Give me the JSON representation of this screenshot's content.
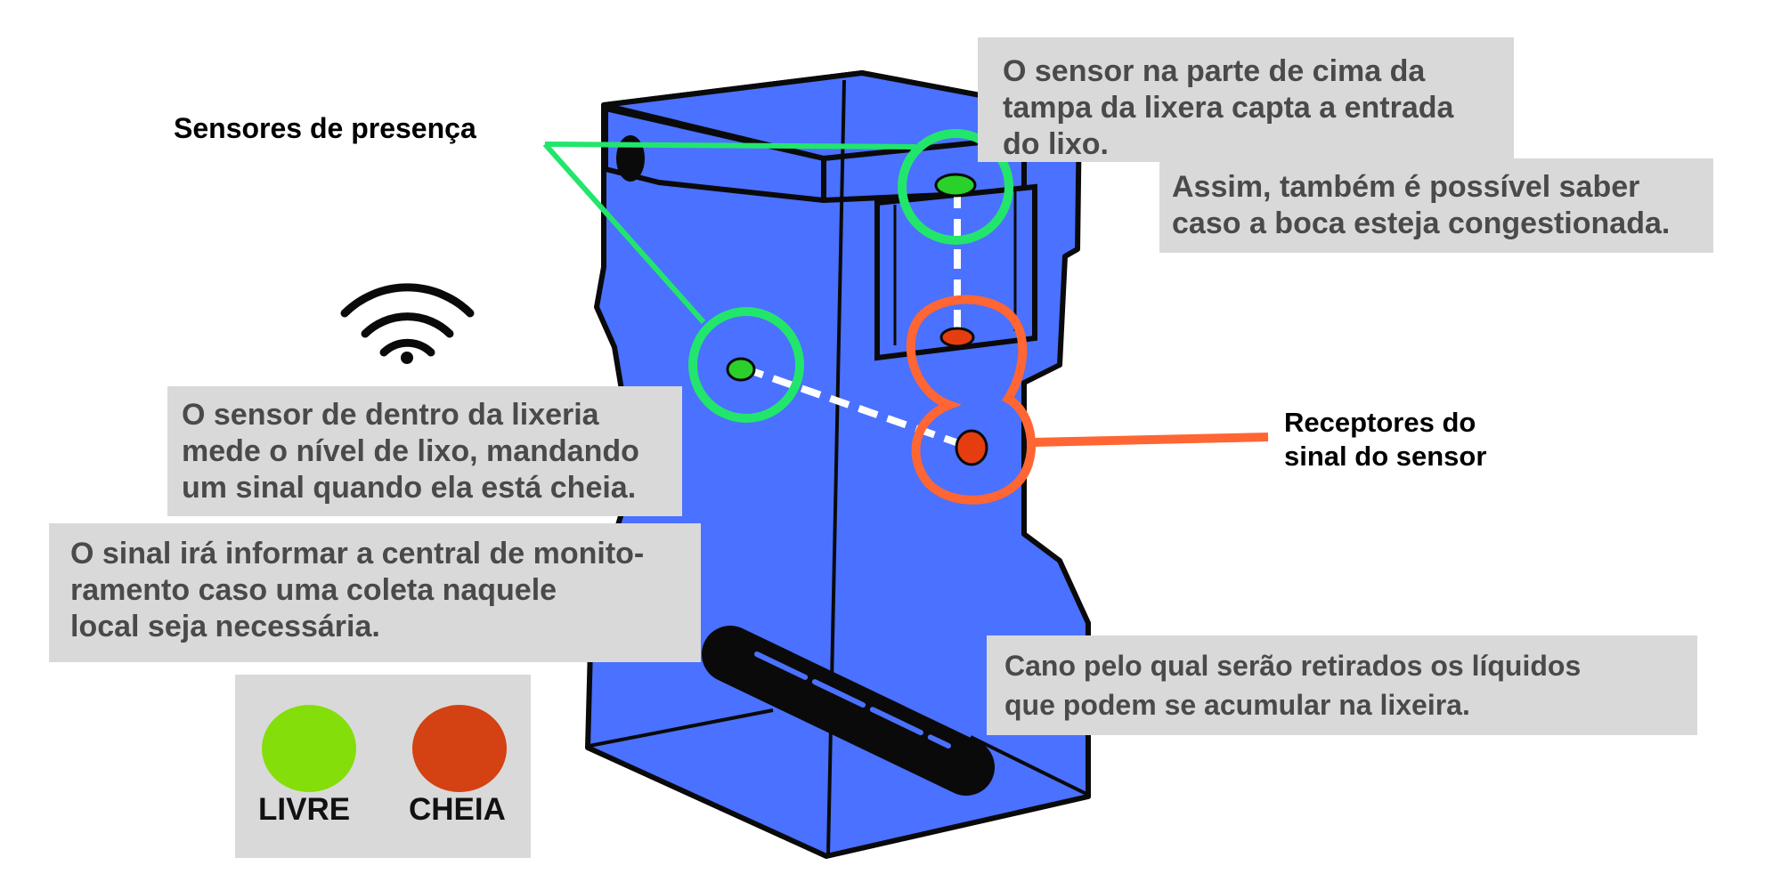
{
  "labels": {
    "sensores": "Sensores de presença",
    "receptores": [
      "Receptores  do",
      "sinal do sensor"
    ]
  },
  "callouts": {
    "top_sensor": [
      "O sensor na parte de cima da",
      "tampa da lixera capta a entrada",
      "do lixo."
    ],
    "congestion": [
      "Assim, também é possível saber",
      "caso a boca esteja congestionada."
    ],
    "inside_sensor": [
      "O sensor de dentro da lixeria",
      "mede o nível de lixo, mandando",
      "um sinal quando ela está cheia."
    ],
    "signal": [
      "O sinal irá informar a central de monito-",
      "ramento caso uma coleta naquele",
      "local seja necessária."
    ],
    "drain": [
      "Cano pelo qual serão retirados os líquidos",
      "que podem se acumular na lixeira."
    ]
  },
  "legend": {
    "free": {
      "label": "LIVRE",
      "color": "#84de0a"
    },
    "full": {
      "label": "CHEIA",
      "color": "#d44112"
    }
  },
  "colors": {
    "bin_body": "#4a71ff",
    "bin_outline": "#0a0a0a",
    "sensor_ring": "#22e66c",
    "receptor_ring": "#ff6633",
    "signal_line": "#ffffff",
    "callout_bg": "#d9d9d9",
    "callout_text": "#4a4a4a"
  },
  "icons": [
    "wifi-icon",
    "presence-sensor-icon",
    "signal-receptor-icon",
    "drain-pipe-icon"
  ]
}
